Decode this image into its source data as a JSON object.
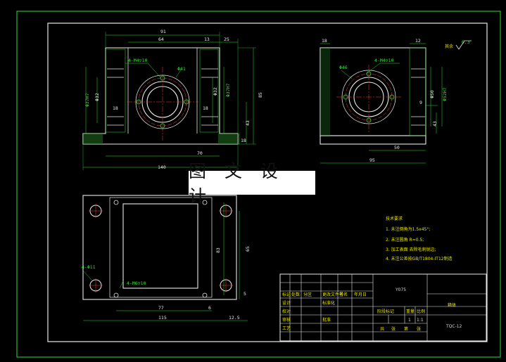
{
  "watermark": "图 文 设 计",
  "roughness": {
    "label": "其余",
    "value": "6.3"
  },
  "front_view": {
    "dims_top": [
      "91",
      "64",
      "13",
      "25"
    ],
    "dims_bottom": [
      "70",
      "140"
    ],
    "dims_left": [
      "Φ37H7",
      "Φ32",
      "18"
    ],
    "dims_right": [
      "Φ32",
      "Φ37H7",
      "18",
      "43",
      "85",
      "18"
    ],
    "callouts": [
      "4-M4▽10",
      "Φ41"
    ]
  },
  "side_view": {
    "dims_top": [
      "18",
      "12"
    ],
    "dims_bottom": [
      "50",
      "95"
    ],
    "dims_right": [
      "Φ50",
      "Φ52H7",
      "9",
      "43"
    ],
    "callouts": [
      "4-M4▽10",
      "Φ46"
    ]
  },
  "top_view": {
    "dims_bottom": [
      "77",
      "6",
      "115",
      "12.5"
    ],
    "dims_right": [
      "83",
      "65",
      "5"
    ],
    "callouts": [
      "4-Φ11",
      "4-M6▽10"
    ]
  },
  "tech_requirements": {
    "title": "技术要求",
    "items": [
      "1. 未注倒角为1.5x45°;",
      "2. 未注圆角 R=0.5;",
      "3. 加工表面 去除毛刺锐边;",
      "4. 未注公差按GB/T1804-IT12制造"
    ]
  },
  "title_block": {
    "material": "Y075",
    "part_name": "箱体",
    "scale_header": [
      "阶段标记",
      "重量",
      "比例"
    ],
    "scale_values": [
      "1",
      "1:1"
    ],
    "sheet_info": [
      "共",
      "张",
      "第",
      "张"
    ],
    "drawing_no": "TQC-12",
    "labels": [
      "设计",
      "校对",
      "审核",
      "工艺",
      "标准化",
      "批准",
      "标记",
      "处数",
      "分区",
      "更改文件号",
      "签名",
      "年月日"
    ]
  }
}
